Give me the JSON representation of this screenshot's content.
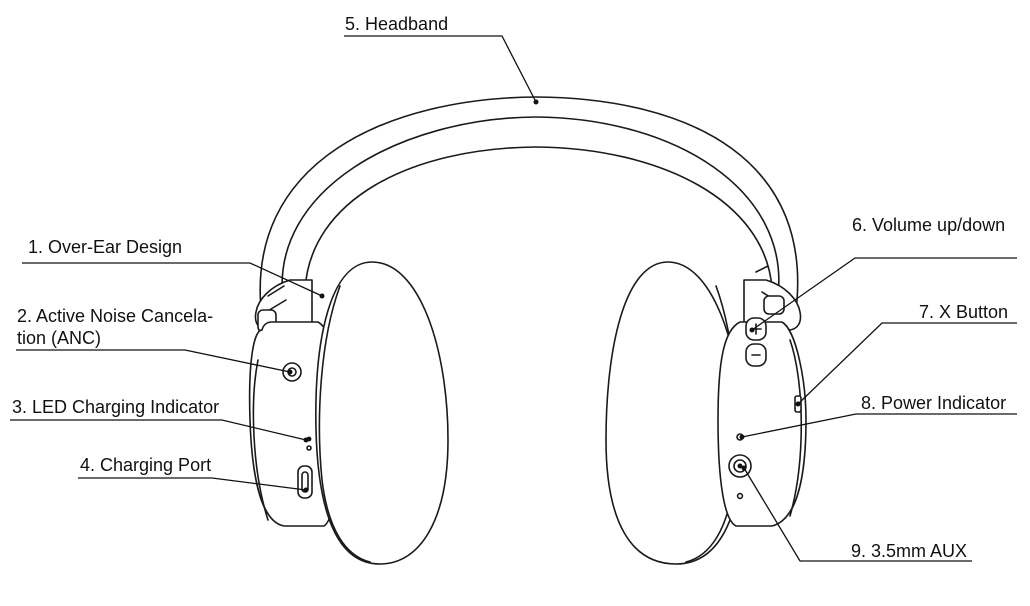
{
  "labels": {
    "over_ear": "1. Over-Ear Design",
    "anc_line1": "2. Active Noise Cancela-",
    "anc_line2": "tion (ANC)",
    "led_charging": "3. LED Charging Indicator",
    "charging_port": "4. Charging Port",
    "headband": "5. Headband",
    "volume": "6. Volume up/down",
    "x_button": "7. X Button",
    "power_indicator": "8. Power Indicator",
    "aux": "9. 3.5mm AUX"
  },
  "colors": {
    "line": "#1a1a1a",
    "background": "#ffffff"
  }
}
